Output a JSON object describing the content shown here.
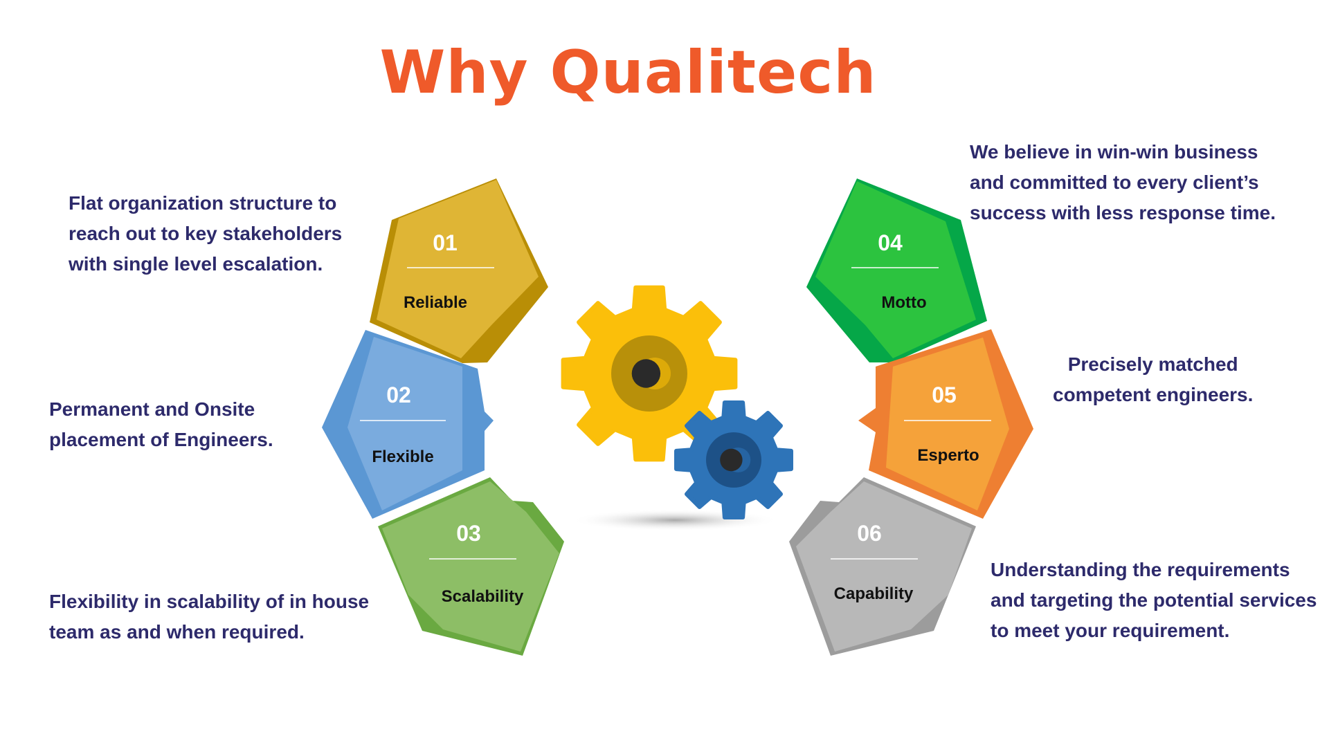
{
  "title": "Why Qualitech",
  "colors": {
    "title": "#ef5a2a",
    "text": "#2d2a6b",
    "gear_large": "#fbbf0a",
    "gear_small": "#2e74b8"
  },
  "segments": [
    {
      "number": "01",
      "label": "Reliable",
      "description": "Flat organization structure to\nreach out to key stakeholders\nwith single level escalation.",
      "color": "#dfb535",
      "shade": "#b98e06"
    },
    {
      "number": "02",
      "label": "Flexible",
      "description": "Permanent and Onsite\nplacement of Engineers.",
      "color": "#7aabde",
      "shade": "#5b97d3"
    },
    {
      "number": "03",
      "label": "Scalability",
      "description": "Flexibility in scalability of in house\nteam as and when required.",
      "color": "#8dbe66",
      "shade": "#6aa941"
    },
    {
      "number": "04",
      "label": "Motto",
      "description": "We believe in win-win business\nand committed to every client’s\nsuccess with less response time.",
      "color": "#2cc33f",
      "shade": "#05a748"
    },
    {
      "number": "05",
      "label": "Esperto",
      "description": "Precisely matched\ncompetent engineers.",
      "color": "#f5a23a",
      "shade": "#ee7f32"
    },
    {
      "number": "06",
      "label": "Capability",
      "description": "Understanding the requirements\nand targeting the potential services\nto meet your requirement.",
      "color": "#b8b8b8",
      "shade": "#9c9c9c"
    }
  ]
}
